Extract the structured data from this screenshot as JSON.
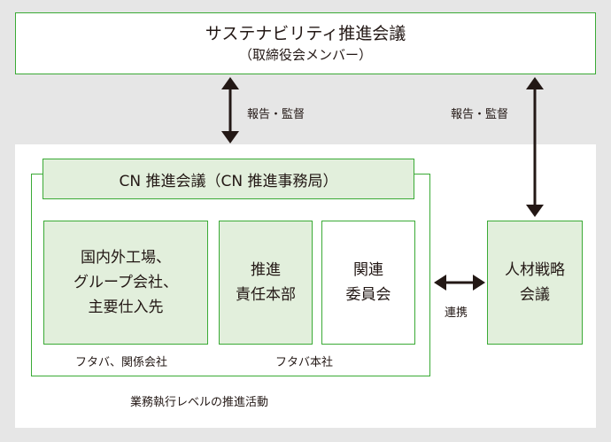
{
  "top_box": {
    "title": "サステナビリティ推進会議",
    "subtitle": "（取締役会メンバー）"
  },
  "arrows": {
    "left_report_label": "報告・監督",
    "right_report_label": "報告・監督",
    "coordination_label": "連携"
  },
  "execution_area": {
    "label": "業務執行レベルの推進活動"
  },
  "cn_box": {
    "title": "CN 推進会議（CN 推進事務局）"
  },
  "boxes": {
    "domestic": "国内外工場、\nグループ会社、\n主要仕入先",
    "promotion": "推進\n責任本部",
    "committee": "関連\n委員会",
    "hr_strategy": "人材戦略\n会議"
  },
  "group_labels": {
    "group_companies": "フタバ、関係会社",
    "headquarters": "フタバ本社"
  },
  "colors": {
    "border_green": "#3aaa35",
    "fill_green": "#e2efdc",
    "background_gray": "#e6e6e6",
    "text": "#231815"
  }
}
